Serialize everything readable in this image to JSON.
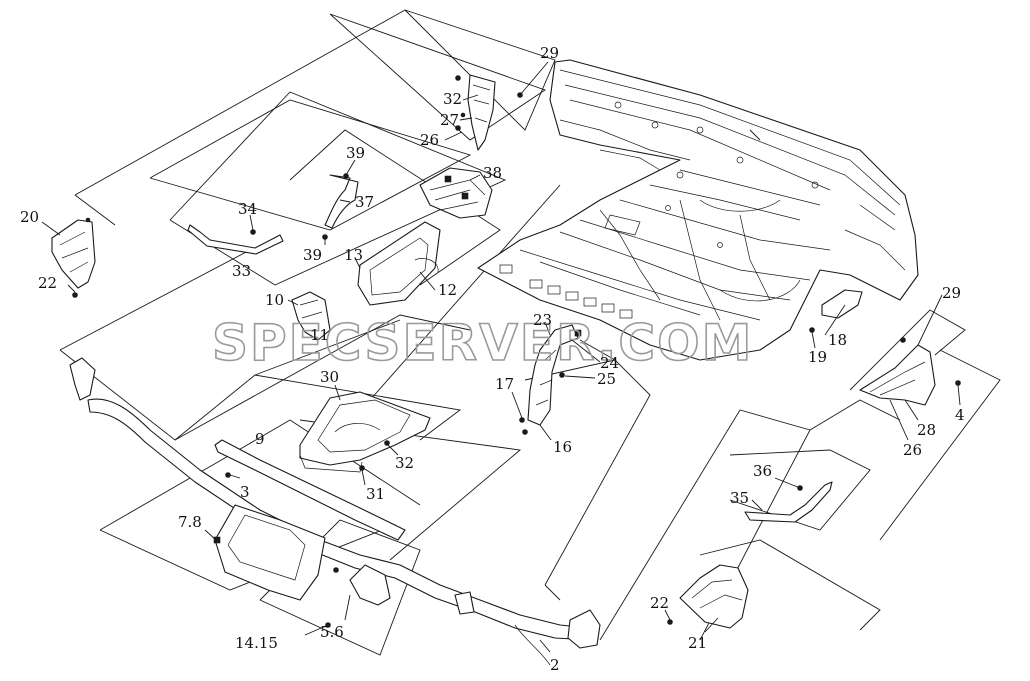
{
  "watermark": "SPECSERVER.COM",
  "callouts": {
    "c29a": "29",
    "c32a": "32",
    "c27": "27",
    "c26a": "26",
    "c38": "38",
    "c39a": "39",
    "c37": "37",
    "c34": "34",
    "c33": "33",
    "c39b": "39",
    "c20": "20",
    "c22a": "22",
    "c13": "13",
    "c12": "12",
    "c10": "10",
    "c11": "11",
    "c23": "23",
    "c24": "24",
    "c25": "25",
    "c17": "17",
    "c16": "16",
    "c18": "18",
    "c19": "19",
    "c29b": "29",
    "c4": "4",
    "c28": "28",
    "c26b": "26",
    "c30": "30",
    "c32b": "32",
    "c31": "31",
    "c9": "9",
    "c3": "3",
    "c78": "7.8",
    "c1415": "14.15",
    "c56": "5.6",
    "c2": "2",
    "c36": "36",
    "c35": "35",
    "c22b": "22",
    "c21": "21"
  }
}
